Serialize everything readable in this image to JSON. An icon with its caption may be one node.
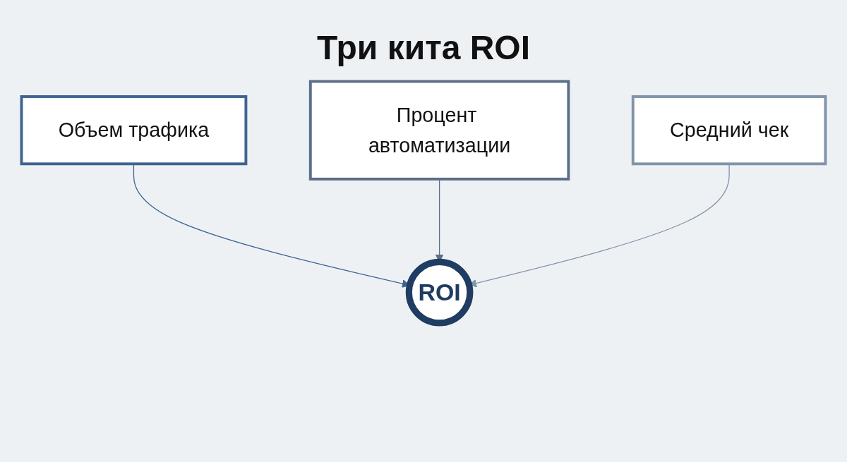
{
  "diagram": {
    "title": "Три кита ROI",
    "nodes": [
      {
        "text": [
          "Объем трафика"
        ]
      },
      {
        "text": [
          "Процент автоматизации"
        ]
      },
      {
        "text": [
          "Средний чек"
        ]
      },
      {
        "text": [
          "ROI"
        ]
      }
    ],
    "edges": [
      {
        "from": 0,
        "to": 3,
        "arrow": "to",
        "color": "#3d6491"
      },
      {
        "from": 1,
        "to": 3,
        "arrow": "to",
        "color": "#5b6f88"
      },
      {
        "from": 2,
        "to": 3,
        "arrow": "to",
        "color": "#8094aa"
      }
    ]
  }
}
